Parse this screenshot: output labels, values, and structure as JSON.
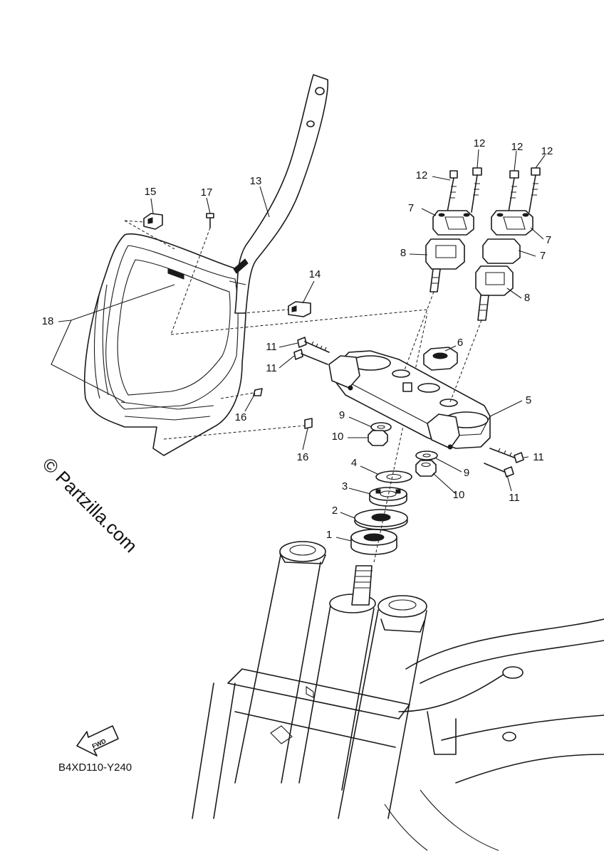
{
  "diagram": {
    "reference_code": "B4XD110-Y240",
    "watermark": "© Partzilla.com",
    "fwd_label": "FWD",
    "callouts": [
      {
        "id": "c1",
        "text": "1"
      },
      {
        "id": "c2",
        "text": "2"
      },
      {
        "id": "c3",
        "text": "3"
      },
      {
        "id": "c4",
        "text": "4"
      },
      {
        "id": "c5",
        "text": "5"
      },
      {
        "id": "c6",
        "text": "6"
      },
      {
        "id": "c7a",
        "text": "7"
      },
      {
        "id": "c7b",
        "text": "7"
      },
      {
        "id": "c7c",
        "text": "7"
      },
      {
        "id": "c8a",
        "text": "8"
      },
      {
        "id": "c8b",
        "text": "8"
      },
      {
        "id": "c9a",
        "text": "9"
      },
      {
        "id": "c9b",
        "text": "9"
      },
      {
        "id": "c10a",
        "text": "10"
      },
      {
        "id": "c10b",
        "text": "10"
      },
      {
        "id": "c11a",
        "text": "11"
      },
      {
        "id": "c11b",
        "text": "11"
      },
      {
        "id": "c11c",
        "text": "11"
      },
      {
        "id": "c11d",
        "text": "11"
      },
      {
        "id": "c12a",
        "text": "12"
      },
      {
        "id": "c12b",
        "text": "12"
      },
      {
        "id": "c12c",
        "text": "12"
      },
      {
        "id": "c12d",
        "text": "12"
      },
      {
        "id": "c13",
        "text": "13"
      },
      {
        "id": "c14",
        "text": "14"
      },
      {
        "id": "c15",
        "text": "15"
      },
      {
        "id": "c16a",
        "text": "16"
      },
      {
        "id": "c16b",
        "text": "16"
      },
      {
        "id": "c17",
        "text": "17"
      },
      {
        "id": "c18",
        "text": "18"
      }
    ]
  }
}
